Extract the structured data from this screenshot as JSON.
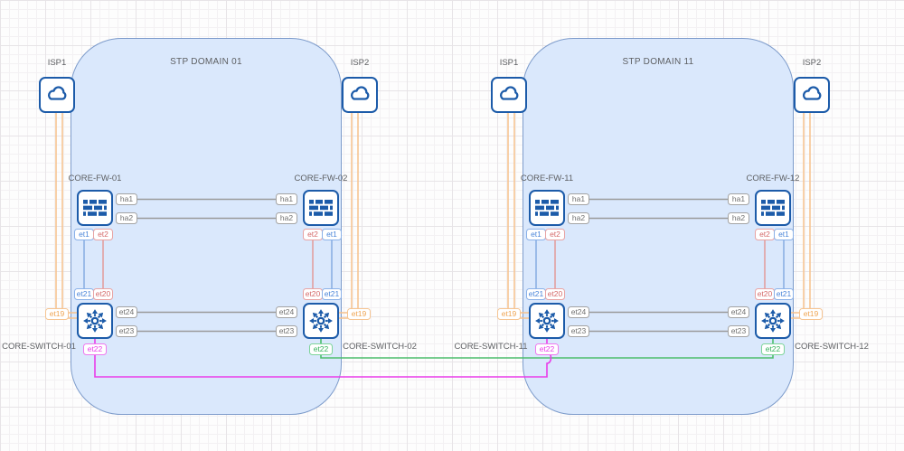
{
  "canvas": {
    "kind": "network-topology-diagram",
    "background": "grid"
  },
  "colors": {
    "domain_fill": "#dae8fc",
    "domain_border": "#6c8ebf",
    "node_border": "#1c5ba9",
    "link_gray": "#9a9a9a",
    "link_blue": "#86ace2",
    "link_red": "#e39a9a",
    "link_orange": "#f7c28b",
    "link_magenta": "#e93de9",
    "link_green": "#4cbd6c"
  },
  "icons": {
    "isp": "cloud-icon",
    "firewall": "firewall-brick-icon",
    "switch": "switch-arrows-icon"
  },
  "domains": [
    {
      "title": "STP DOMAIN 01",
      "isp_left": {
        "label": "ISP1"
      },
      "isp_right": {
        "label": "ISP2"
      },
      "fw_left": {
        "name": "CORE-FW-01",
        "ports": {
          "ha1": "ha1",
          "ha2": "ha2",
          "et1": "et1",
          "et2": "et2"
        }
      },
      "fw_right": {
        "name": "CORE-FW-02",
        "ports": {
          "ha1": "ha1",
          "ha2": "ha2",
          "et1": "et1",
          "et2": "et2"
        }
      },
      "sw_left": {
        "name": "CORE-SWITCH-01",
        "ports": {
          "et19": "et19",
          "et20": "et20",
          "et21": "et21",
          "et22": "et22",
          "et23": "et23",
          "et24": "et24"
        }
      },
      "sw_right": {
        "name": "CORE-SWITCH-02",
        "ports": {
          "et19": "et19",
          "et20": "et20",
          "et21": "et21",
          "et22": "et22",
          "et23": "et23",
          "et24": "et24"
        }
      }
    },
    {
      "title": "STP DOMAIN 11",
      "isp_left": {
        "label": "ISP1"
      },
      "isp_right": {
        "label": "ISP2"
      },
      "fw_left": {
        "name": "CORE-FW-11",
        "ports": {
          "ha1": "ha1",
          "ha2": "ha2",
          "et1": "et1",
          "et2": "et2"
        }
      },
      "fw_right": {
        "name": "CORE-FW-12",
        "ports": {
          "ha1": "ha1",
          "ha2": "ha2",
          "et1": "et1",
          "et2": "et2"
        }
      },
      "sw_left": {
        "name": "CORE-SWITCH-11",
        "ports": {
          "et19": "et19",
          "et20": "et20",
          "et21": "et21",
          "et22": "et22",
          "et23": "et23",
          "et24": "et24"
        }
      },
      "sw_right": {
        "name": "CORE-SWITCH-12",
        "ports": {
          "et19": "et19",
          "et20": "et20",
          "et21": "et21",
          "et22": "et22",
          "et23": "et23",
          "et24": "et24"
        }
      }
    }
  ]
}
